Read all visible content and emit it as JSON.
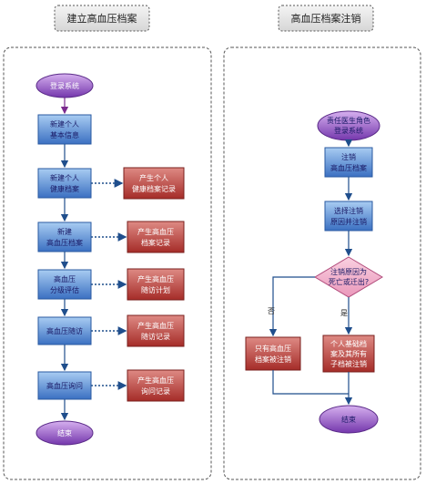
{
  "headers": {
    "left": "建立高血压档案",
    "right": "高血压档案注销"
  },
  "left_flow": {
    "start": "登录系统",
    "steps": [
      [
        "新建个人",
        "基本信息"
      ],
      [
        "新建个人",
        "健康档案"
      ],
      [
        "新建",
        "高血压档案"
      ],
      [
        "高血压",
        "分级评估"
      ],
      [
        "高血压随访"
      ],
      [
        "高血压询问"
      ]
    ],
    "records": [
      [
        "产生个人",
        "健康档案记录"
      ],
      [
        "产生高血压",
        "档案记录"
      ],
      [
        "产生高血压",
        "随访计划"
      ],
      [
        "产生高血压",
        "随访记录"
      ],
      [
        "产生高血压",
        "询问记录"
      ]
    ],
    "end": "结束"
  },
  "right_flow": {
    "start": [
      "责任医生角色",
      "登录系统"
    ],
    "steps": [
      [
        "注销",
        "高血压档案"
      ],
      [
        "选择注销",
        "原因并注销"
      ]
    ],
    "decision": [
      "注销原因为",
      "死亡或迁出?"
    ],
    "no_label": "否",
    "yes_label": "是",
    "no_result": [
      "只有高血压",
      "档案被注销"
    ],
    "yes_result": [
      "个人基础档",
      "案及其所有",
      "子档被注销"
    ],
    "end": "结束"
  },
  "colors": {
    "blue_top": "#9cc2ee",
    "blue_bottom": "#3c74c6",
    "red_top": "#d97a74",
    "red_bottom": "#a8302c",
    "purple_top": "#c9a0e8",
    "purple_bottom": "#7a3fb0",
    "pink": "#f3b6cf",
    "arrow": "#1f4e8c",
    "start_arrow": "#7b2a8e"
  }
}
